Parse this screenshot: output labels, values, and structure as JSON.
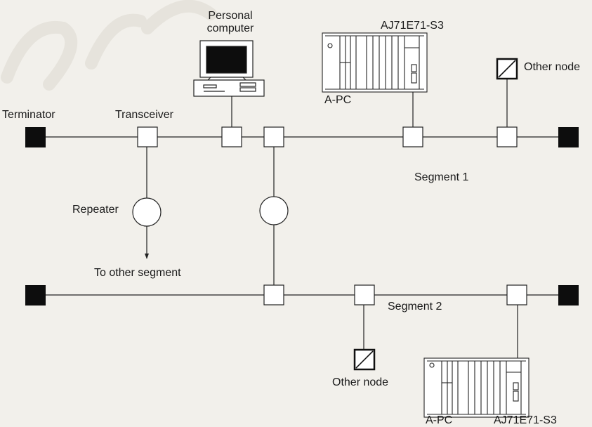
{
  "labels": {
    "personal_computer": "Personal\ncomputer",
    "plc_model_top": "AJ71E71-S3",
    "plc_model_bottom": "AJ71E71-S3",
    "other_node_top": "Other node",
    "other_node_bottom": "Other node",
    "terminator": "Terminator",
    "transceiver": "Transceiver",
    "apc_top": "A-PC",
    "apc_bottom": "A-PC",
    "segment1": "Segment 1",
    "segment2": "Segment 2",
    "repeater": "Repeater",
    "to_other_segment": "To other segment"
  }
}
